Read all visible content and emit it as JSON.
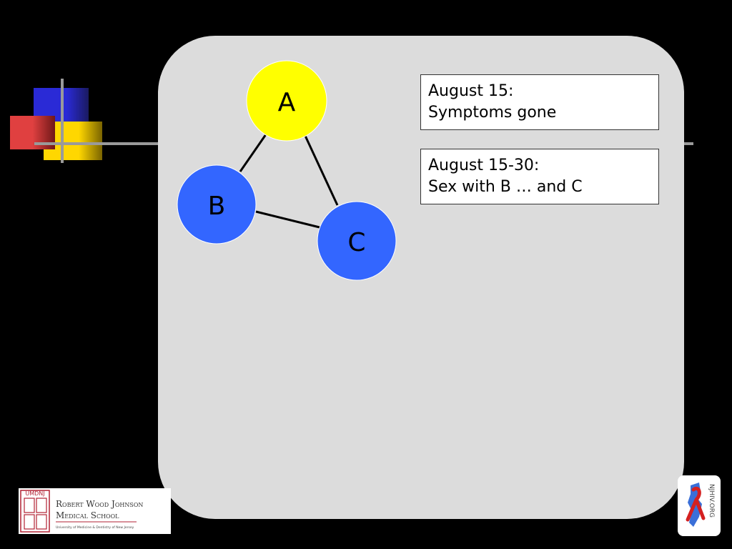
{
  "diagram": {
    "nodes": [
      {
        "id": "A",
        "label": "A",
        "color": "#ffff00"
      },
      {
        "id": "B",
        "label": "B",
        "color": "#3366ff"
      },
      {
        "id": "C",
        "label": "C",
        "color": "#3366ff"
      }
    ],
    "edges": [
      {
        "from": "A",
        "to": "B"
      },
      {
        "from": "A",
        "to": "C"
      },
      {
        "from": "B",
        "to": "C"
      }
    ]
  },
  "notes": [
    {
      "line1": "August 15:",
      "line2": "Symptoms gone"
    },
    {
      "line1": "August 15-30:",
      "line2": "Sex with B … and C"
    }
  ],
  "logos": {
    "rwj": {
      "umdnj": "UMDNJ",
      "line1": "Robert Wood Johnson",
      "line2": "Medical School",
      "subtitle": "University of Medicine & Dentistry of New Jersey"
    },
    "njhiv": {
      "text": "NJHIV.ORG"
    }
  },
  "colors": {
    "panel": "#dcdcdc",
    "background": "#000000",
    "deco_blue": "#2a2ad6",
    "deco_red": "#e04040",
    "deco_yellow": "#ffd700"
  }
}
